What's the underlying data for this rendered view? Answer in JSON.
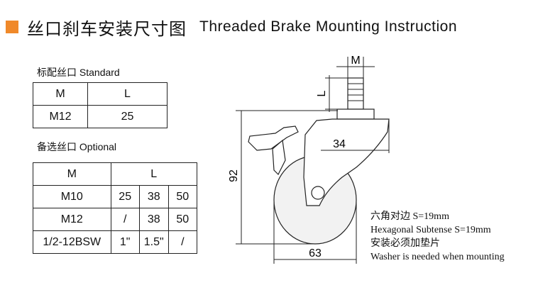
{
  "header": {
    "title_cn": "丝口刹车安装尺寸图",
    "title_en": "Threaded Brake Mounting Instruction",
    "accent_color": "#f0892a"
  },
  "standard": {
    "caption": "标配丝口 Standard",
    "headers": [
      "M",
      "L"
    ],
    "row": [
      "M12",
      "25"
    ]
  },
  "optional": {
    "caption": "备选丝口 Optional",
    "headers": [
      "M",
      "L"
    ],
    "rows": [
      [
        "M10",
        "25",
        "38",
        "50"
      ],
      [
        "M12",
        "/",
        "38",
        "50"
      ],
      [
        "1/2-12BSW",
        "1\"",
        "1.5\"",
        "/"
      ]
    ]
  },
  "diagram": {
    "label_M": "M",
    "label_L": "L",
    "dim_34": "34",
    "dim_92": "92",
    "dim_63": "63"
  },
  "notes": [
    "六角对边 S=19mm",
    "Hexagonal Subtense S=19mm",
    "安装必须加垫片",
    "Washer is needed when mounting"
  ]
}
